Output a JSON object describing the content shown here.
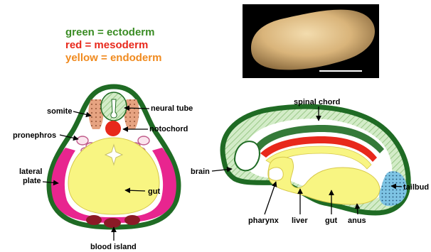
{
  "legend": [
    {
      "text": "green = ectoderm",
      "color": "#3a8c24"
    },
    {
      "text": "red = mesoderm",
      "color": "#e8281b"
    },
    {
      "text": "yellow = endoderm",
      "color": "#f08a1e"
    }
  ],
  "cross_section": {
    "labels": {
      "somite": "somite",
      "neural_tube": "neural tube",
      "pronephros": "pronephros",
      "notochord": "notochord",
      "lateral_plate_1": "lateral",
      "lateral_plate_2": "plate",
      "gut": "gut",
      "blood_island": "blood island"
    }
  },
  "sagittal_section": {
    "labels": {
      "spinal_chord": "spinal chord",
      "brain": "brain",
      "tailbud": "tailbud",
      "pharynx": "pharynx",
      "liver": "liver",
      "gut": "gut",
      "anus": "anus"
    }
  },
  "colors": {
    "ectoderm": "#1f6b24",
    "mesoderm": "#e8281b",
    "endoderm": "#f8f582",
    "lateral_plate": "#e8258f",
    "blood_island": "#8b1a26",
    "somite": "#e6a381"
  }
}
